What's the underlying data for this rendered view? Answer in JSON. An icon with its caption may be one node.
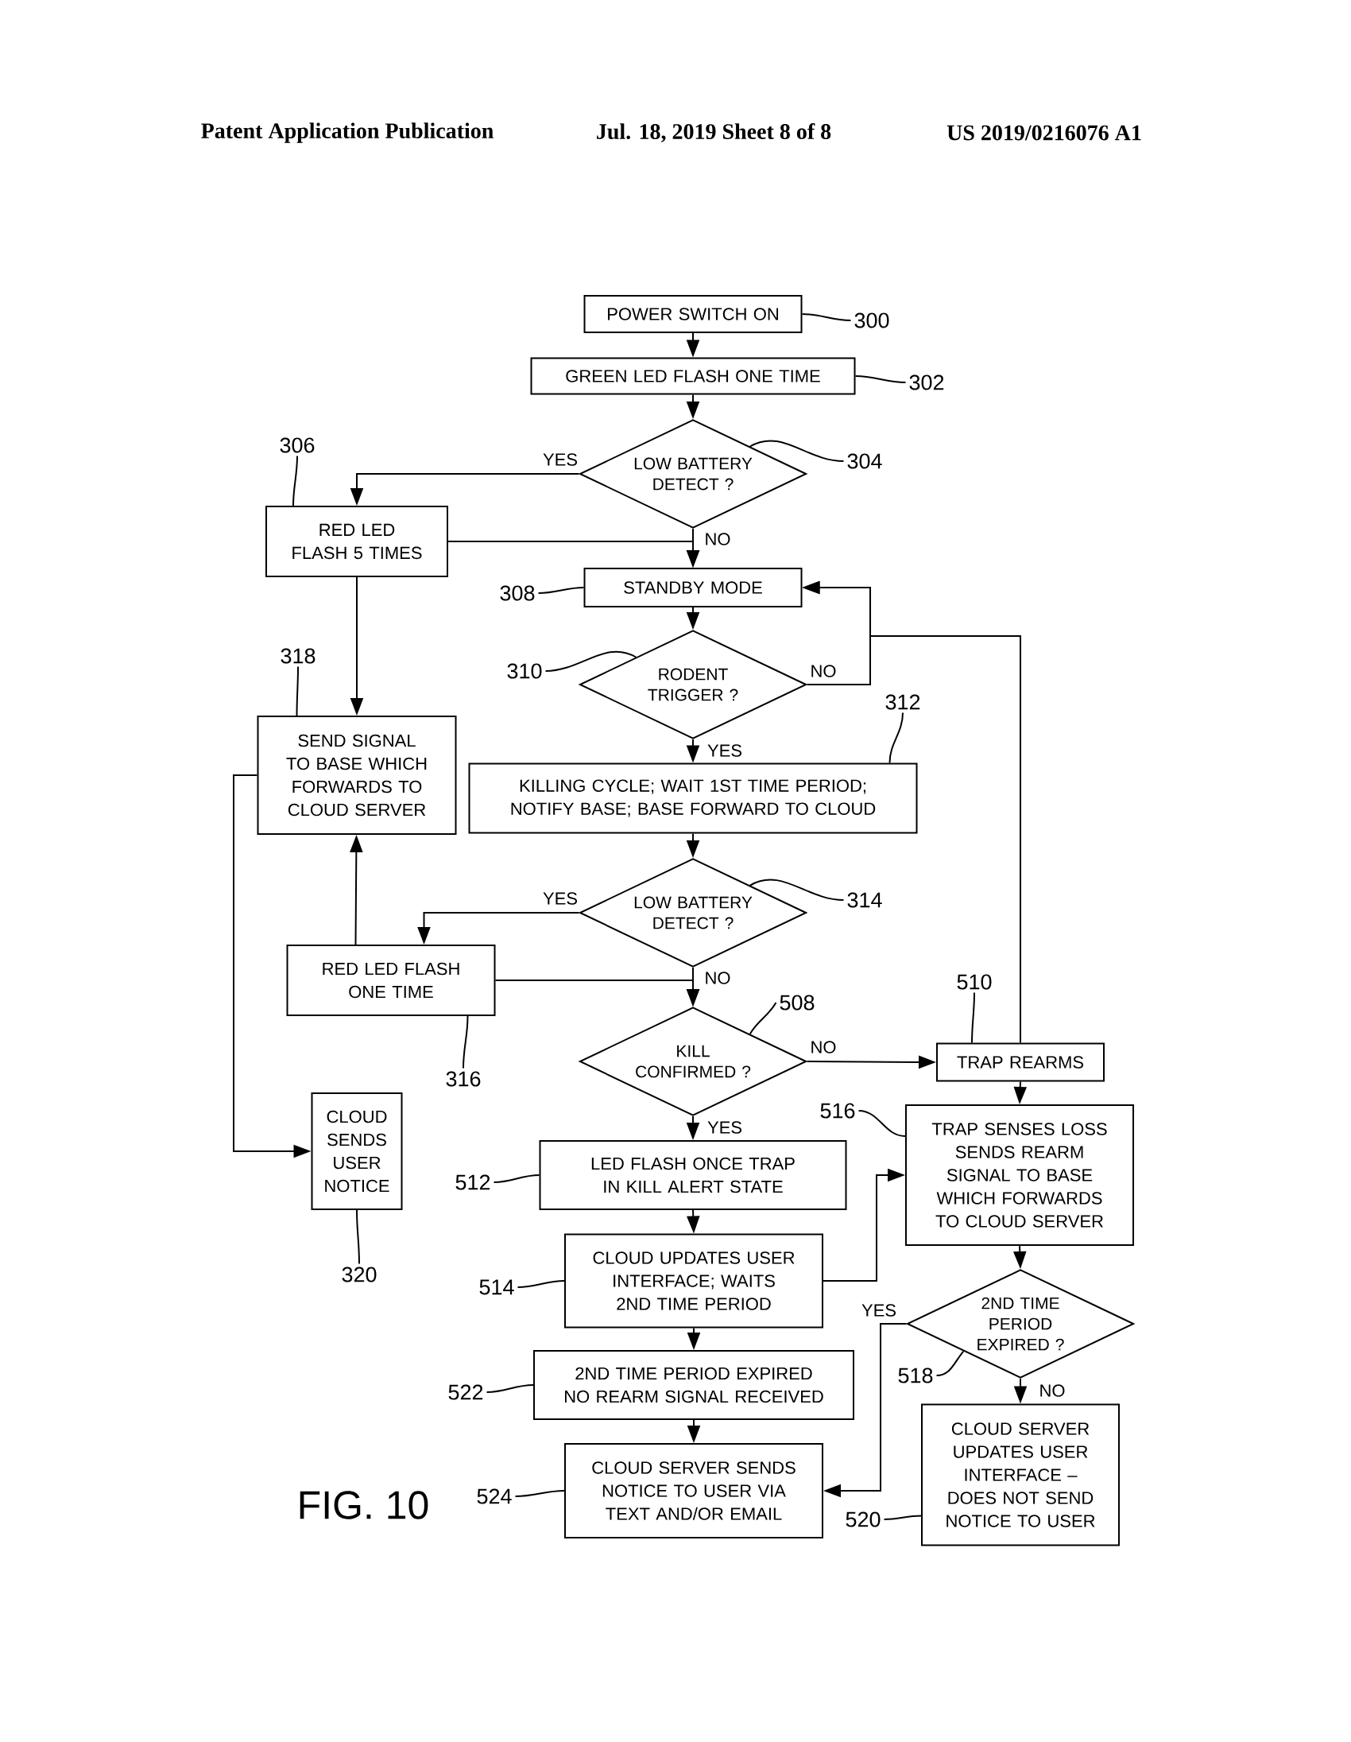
{
  "diagram": {
    "nodes": [
      {
        "text": [
          "POWER SWITCH ON"
        ]
      },
      {
        "text": [
          "GREEN LED FLASH ONE TIME"
        ]
      },
      {
        "text": [
          "LOW BATTERY DETECT ?"
        ]
      },
      {
        "text": [
          "RED LED FLASH 5 TIMES"
        ]
      },
      {
        "text": [
          "STANDBY MODE"
        ]
      },
      {
        "text": [
          "RODENT TRIGGER ?"
        ]
      },
      {
        "text": [
          "KILLING CYCLE; WAIT 1ST TIME PERIOD; NOTIFY BASE; BASE FORWARD TO CLOUD"
        ]
      },
      {
        "text": [
          "SEND SIGNAL TO BASE WHICH FORWARDS TO CLOUD SERVER"
        ]
      },
      {
        "text": [
          "LOW BATTERY DETECT ?"
        ]
      },
      {
        "text": [
          "RED LED FLASH ONE TIME"
        ]
      },
      {
        "text": [
          "KILL CONFIRMED ?"
        ]
      },
      {
        "text": [
          "TRAP REARMS"
        ]
      },
      {
        "text": [
          "CLOUD SENDS USER NOTICE"
        ]
      },
      {
        "text": [
          "LED FLASH ONCE TRAP IN KILL ALERT STATE"
        ]
      },
      {
        "text": [
          "TRAP SENSES LOSS SENDS REARM SIGNAL TO BASE WHICH FORWARDS TO CLOUD SERVER"
        ]
      },
      {
        "text": [
          "CLOUD UPDATES USER INTERFACE; WAITS 2ND TIME PERIOD"
        ]
      },
      {
        "text": [
          "2ND TIME PERIOD EXPIRED ?"
        ]
      },
      {
        "text": [
          "2ND TIME PERIOD EXPIRED NO REARM SIGNAL RECEIVED"
        ]
      },
      {
        "text": [
          "CLOUD SERVER SENDS NOTICE TO USER VIA TEXT AND/OR EMAIL"
        ]
      },
      {
        "text": [
          "CLOUD SERVER UPDATES USER INTERFACE – DOES NOT SEND NOTICE TO USER"
        ]
      },
      {
        "text": [
          "300"
        ]
      },
      {
        "text": [
          "302"
        ]
      },
      {
        "text": [
          "304"
        ]
      },
      {
        "text": [
          "306"
        ]
      },
      {
        "text": [
          "308"
        ]
      },
      {
        "text": [
          "310"
        ]
      },
      {
        "text": [
          "312"
        ]
      },
      {
        "text": [
          "314"
        ]
      },
      {
        "text": [
          "316"
        ]
      },
      {
        "text": [
          "318"
        ]
      },
      {
        "text": [
          "320"
        ]
      },
      {
        "text": [
          "508"
        ]
      },
      {
        "text": [
          "510"
        ]
      },
      {
        "text": [
          "512"
        ]
      },
      {
        "text": [
          "514"
        ]
      },
      {
        "text": [
          "516"
        ]
      },
      {
        "text": [
          "518"
        ]
      },
      {
        "text": [
          "520"
        ]
      },
      {
        "text": [
          "522"
        ]
      },
      {
        "text": [
          "524"
        ]
      }
    ],
    "edges": [
      {
        "from": 0,
        "to": 1,
        "arrow": "to"
      },
      {
        "from": 1,
        "to": 2,
        "arrow": "to"
      },
      {
        "from": 2,
        "to": 3,
        "arrow": "to",
        "label": "YES"
      },
      {
        "from": 2,
        "to": 4,
        "arrow": "to",
        "label": "NO"
      },
      {
        "from": 3,
        "to": 4,
        "arrow": "to"
      },
      {
        "from": 3,
        "to": 7,
        "arrow": "to"
      },
      {
        "from": 4,
        "to": 5,
        "arrow": "to"
      },
      {
        "from": 5,
        "to": 4,
        "arrow": "to",
        "label": "NO"
      },
      {
        "from": 5,
        "to": 6,
        "arrow": "to",
        "label": "YES"
      },
      {
        "from": 6,
        "to": 8,
        "arrow": "to"
      },
      {
        "from": 8,
        "to": 9,
        "arrow": "to",
        "label": "YES"
      },
      {
        "from": 8,
        "to": 10,
        "arrow": "to",
        "label": "NO"
      },
      {
        "from": 9,
        "to": 10,
        "arrow": "to"
      },
      {
        "from": 9,
        "to": 7,
        "arrow": "to"
      },
      {
        "from": 7,
        "to": 12,
        "arrow": "to"
      },
      {
        "from": 10,
        "to": 11,
        "arrow": "to",
        "label": "NO"
      },
      {
        "from": 10,
        "to": 13,
        "arrow": "to",
        "label": "YES"
      },
      {
        "from": 11,
        "to": 4,
        "arrow": "to"
      },
      {
        "from": 11,
        "to": 14,
        "arrow": "to"
      },
      {
        "from": 13,
        "to": 15,
        "arrow": "to"
      },
      {
        "from": 15,
        "to": 14,
        "arrow": "to"
      },
      {
        "from": 14,
        "to": 16,
        "arrow": "to"
      },
      {
        "from": 16,
        "to": 18,
        "arrow": "to",
        "label": "YES"
      },
      {
        "from": 16,
        "to": 19,
        "arrow": "to",
        "label": "NO"
      },
      {
        "from": 15,
        "to": 17,
        "arrow": "to"
      },
      {
        "from": 17,
        "to": 18,
        "arrow": "to"
      },
      {
        "from": 20,
        "to": 0,
        "arrow": "none"
      },
      {
        "from": 21,
        "to": 1,
        "arrow": "none"
      },
      {
        "from": 22,
        "to": 2,
        "arrow": "none"
      },
      {
        "from": 23,
        "to": 3,
        "arrow": "none"
      },
      {
        "from": 24,
        "to": 4,
        "arrow": "none"
      },
      {
        "from": 25,
        "to": 5,
        "arrow": "none"
      },
      {
        "from": 26,
        "to": 6,
        "arrow": "none"
      },
      {
        "from": 27,
        "to": 8,
        "arrow": "none"
      },
      {
        "from": 28,
        "to": 9,
        "arrow": "none"
      },
      {
        "from": 29,
        "to": 7,
        "arrow": "none"
      },
      {
        "from": 30,
        "to": 12,
        "arrow": "none"
      },
      {
        "from": 31,
        "to": 10,
        "arrow": "none"
      },
      {
        "from": 32,
        "to": 11,
        "arrow": "none"
      },
      {
        "from": 33,
        "to": 13,
        "arrow": "none"
      },
      {
        "from": 34,
        "to": 15,
        "arrow": "none"
      },
      {
        "from": 35,
        "to": 14,
        "arrow": "none"
      },
      {
        "from": 36,
        "to": 16,
        "arrow": "none"
      },
      {
        "from": 37,
        "to": 19,
        "arrow": "none"
      },
      {
        "from": 38,
        "to": 17,
        "arrow": "none"
      },
      {
        "from": 39,
        "to": 18,
        "arrow": "none"
      }
    ],
    "labels": [
      "Patent Application Publication",
      "Jul. 18, 2019 Sheet 8 of 8",
      "US 2019/0216076 A1",
      "FIG. 10"
    ]
  }
}
